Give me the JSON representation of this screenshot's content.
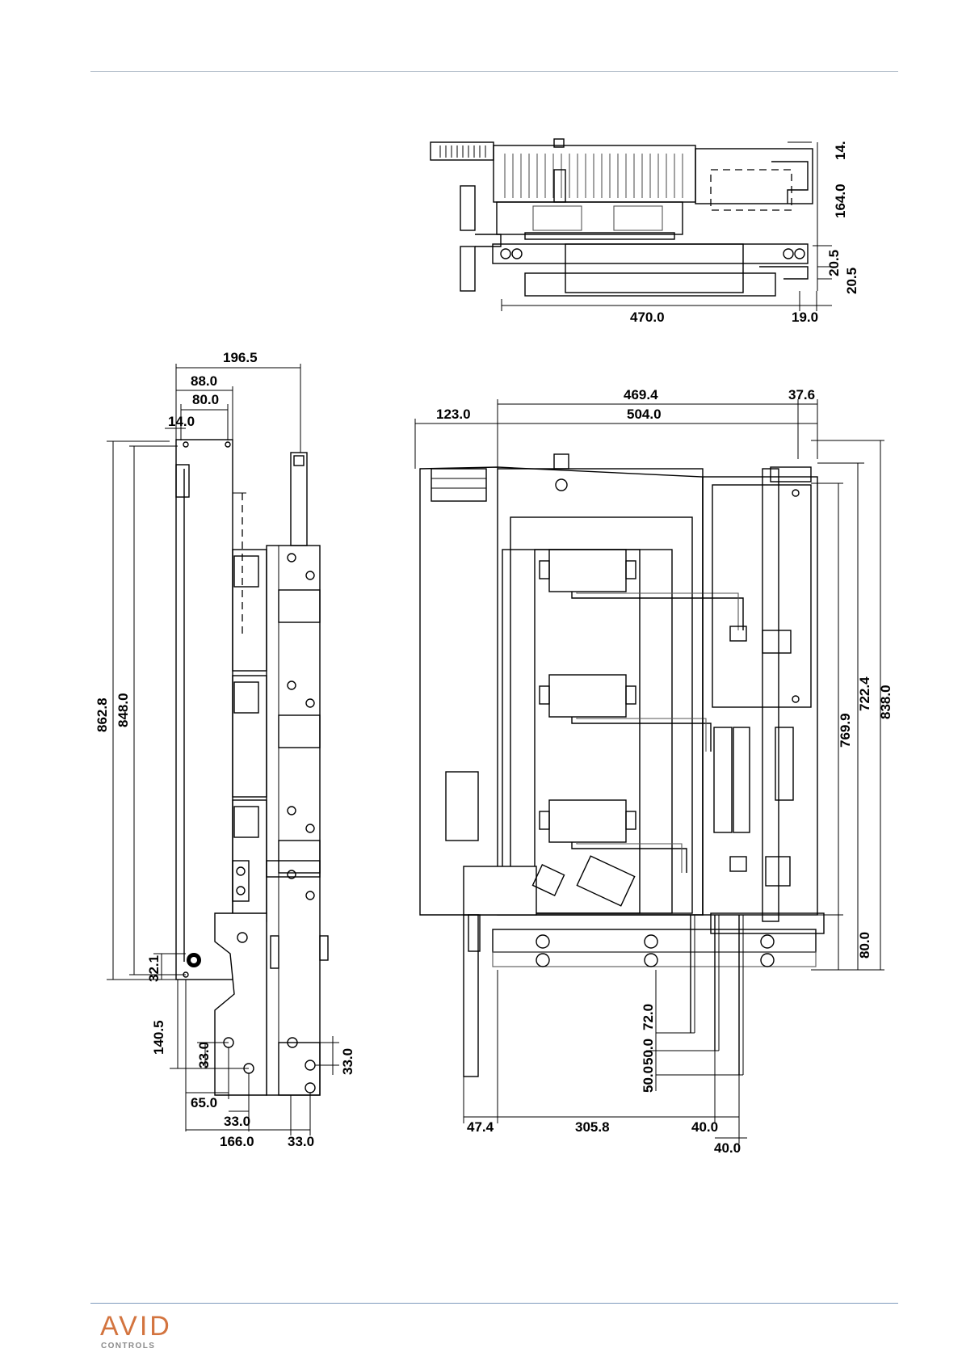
{
  "brand": {
    "logo_word": "AVID",
    "logo_sub": "CONTROLS",
    "logo_color": "#d3743f"
  },
  "dimensions": {
    "top_view": {
      "d14": "14.",
      "d164": "164.0",
      "d20a": "20.5",
      "d20b": "20.5",
      "d470": "470.0",
      "d19": "19.0"
    },
    "side_view": {
      "d196": "196.5",
      "d88": "88.0",
      "d80": "80.0",
      "d14": "14.0",
      "d862": "862.8",
      "d848": "848.0",
      "d32": "32.1",
      "d140": "140.5",
      "d33a": "33.0",
      "d65": "65.0",
      "d33b": "33.0",
      "d166": "166.0",
      "d33c": "33.0",
      "d33d": "33.0"
    },
    "front_view": {
      "d469": "469.4",
      "d37": "37.6",
      "d123": "123.0",
      "d504": "504.0",
      "d722": "722.4",
      "d838": "838.0",
      "d769": "769.9",
      "d80": "80.0",
      "d72": "72.0",
      "d50a": "50.0",
      "d50b": "50.0",
      "d47": "47.4",
      "d305": "305.8",
      "d40a": "40.0",
      "d40b": "40.0"
    }
  }
}
